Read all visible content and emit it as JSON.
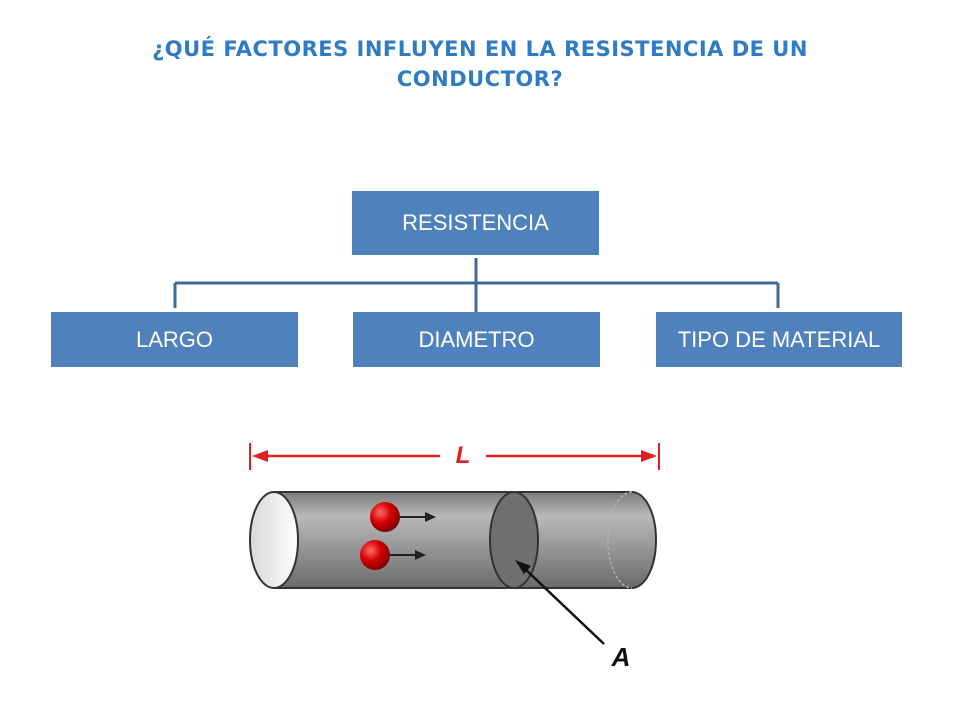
{
  "title": "¿QUÉ FACTORES INFLUYEN EN LA RESISTENCIA DE UN CONDUCTOR?",
  "diagram": {
    "root": "RESISTENCIA",
    "children": [
      "LARGO",
      "DIAMETRO",
      "TIPO DE MATERIAL"
    ]
  },
  "illustration": {
    "length_label": "L",
    "area_label": "A"
  },
  "colors": {
    "title": "#2f7cc4",
    "box": "#4f81bd",
    "connector": "#3e6b9c",
    "arrow": "#e02020",
    "particle": "#cc0000"
  }
}
